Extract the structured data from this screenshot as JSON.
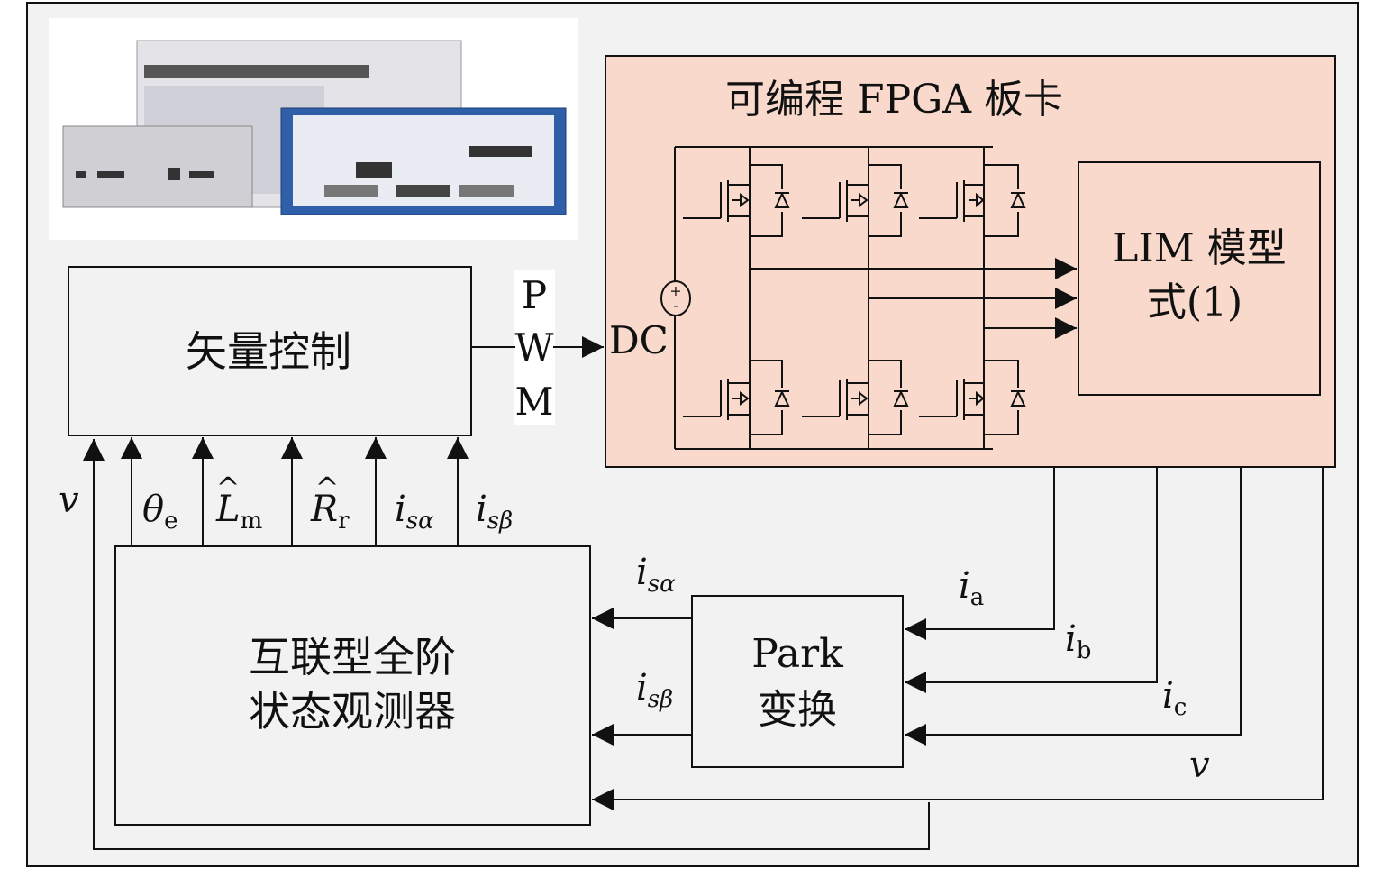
{
  "blocks": {
    "fpga_label": "可编程 FPGA 板卡",
    "lim_line1": "LIM 模型",
    "lim_line2": "式(1)",
    "vector_control": "矢量控制",
    "observer_line1": "互联型全阶",
    "observer_line2": "状态观测器",
    "park_line1": "Park",
    "park_line2": "变换",
    "dc": "DC",
    "pwm": [
      "P",
      "W",
      "M"
    ]
  },
  "signals": {
    "v": "v",
    "theta_e": {
      "base": "θ",
      "sub": "e"
    },
    "L_m_hat": {
      "base": "L",
      "sub": "m",
      "hat": "^"
    },
    "R_r_hat": {
      "base": "R",
      "sub": "r",
      "hat": "^"
    },
    "i_s_alpha": {
      "base": "i",
      "sub": "sα"
    },
    "i_s_beta": {
      "base": "i",
      "sub": "sβ"
    },
    "i_a": {
      "base": "i",
      "sub": "a"
    },
    "i_b": {
      "base": "i",
      "sub": "b"
    },
    "i_c": {
      "base": "i",
      "sub": "c"
    },
    "dc_source_plus": "+",
    "dc_source_minus": "-"
  },
  "colors": {
    "fpga_fill": "#f9d9cb",
    "background": "#f2f2f2",
    "line": "#111111"
  }
}
